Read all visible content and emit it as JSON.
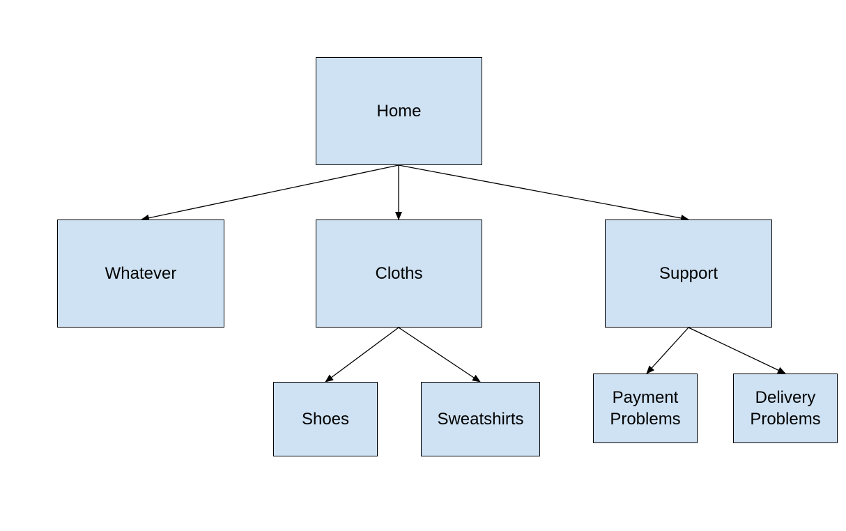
{
  "diagram": {
    "nodes": [
      {
        "id": "home",
        "label": "Home"
      },
      {
        "id": "whatever",
        "label": "Whatever"
      },
      {
        "id": "cloths",
        "label": "Cloths"
      },
      {
        "id": "support",
        "label": "Support"
      },
      {
        "id": "shoes",
        "label": "Shoes"
      },
      {
        "id": "sweatshirts",
        "label": "Sweatshirts"
      },
      {
        "id": "payment",
        "label": "Payment\nProblems"
      },
      {
        "id": "delivery",
        "label": "Delivery\nProblems"
      }
    ],
    "edges": [
      {
        "from": "home",
        "to": "whatever"
      },
      {
        "from": "home",
        "to": "cloths"
      },
      {
        "from": "home",
        "to": "support"
      },
      {
        "from": "cloths",
        "to": "shoes"
      },
      {
        "from": "cloths",
        "to": "sweatshirts"
      },
      {
        "from": "support",
        "to": "payment"
      },
      {
        "from": "support",
        "to": "delivery"
      }
    ],
    "colors": {
      "node_fill": "#cfe2f3",
      "node_border": "#000000",
      "edge": "#000000"
    }
  }
}
